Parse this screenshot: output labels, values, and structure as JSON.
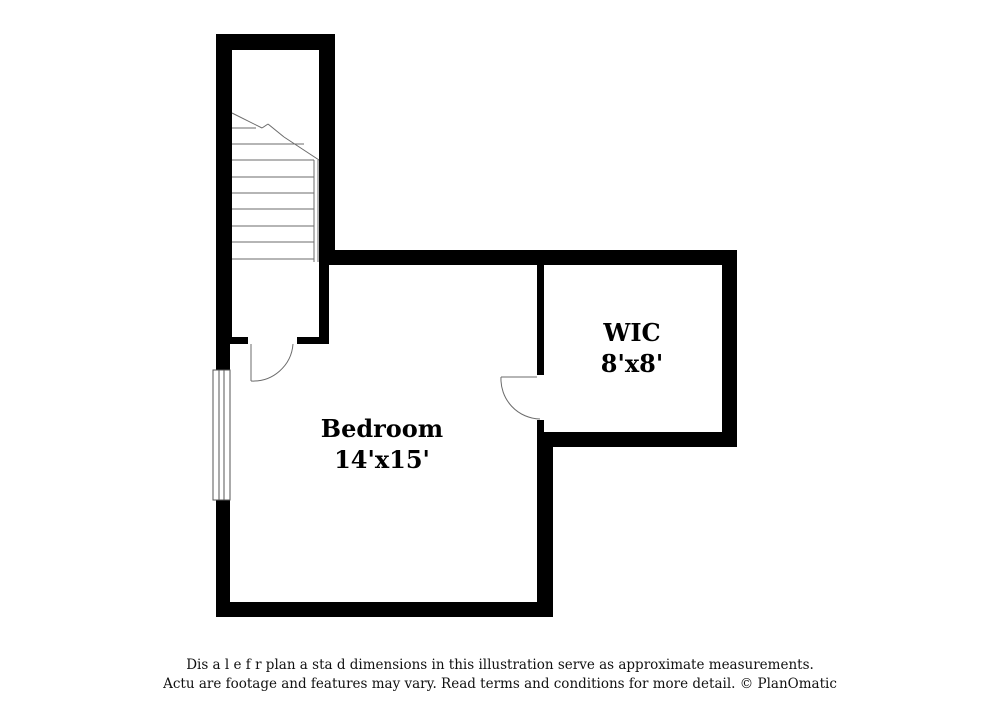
{
  "colors": {
    "wall": "#000000",
    "background": "#ffffff",
    "fixture_line": "#6b6b6b"
  },
  "rooms": [
    {
      "name": "Bedroom",
      "dimensions": "14'x15'"
    },
    {
      "name": "WIC",
      "dimensions": "8'x8'"
    }
  ],
  "disclaimer": {
    "line1": "Dis a  l  e f  r plan a  sta  d dimensions in this illustration serve as approximate measurements.",
    "line2": "Actu   are footage and features may vary. Read terms and conditions for more detail. © PlanOmatic"
  }
}
